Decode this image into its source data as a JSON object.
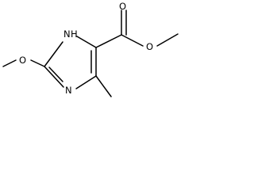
{
  "atoms": {
    "nh_n": "N",
    "nh_h": "H",
    "ring_n": "N",
    "ether_o": "O",
    "carbonyl_o": "O",
    "ester_o": "O"
  }
}
